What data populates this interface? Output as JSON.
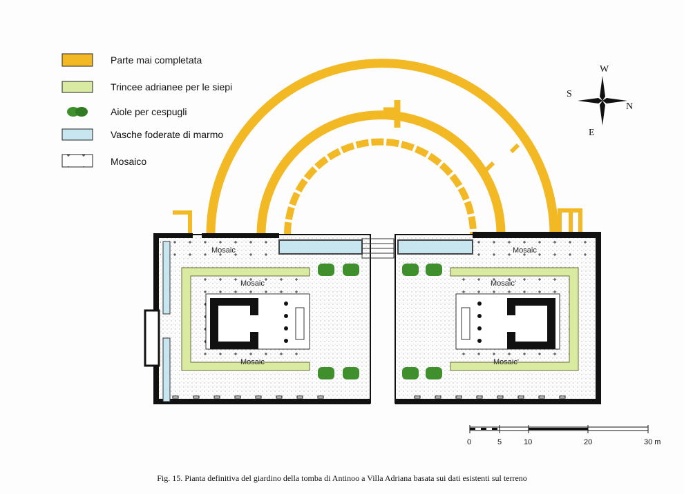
{
  "legend": [
    {
      "label": "Parte mai completata",
      "color": "#f2b925"
    },
    {
      "label": "Trincee adrianee per le siepi",
      "color": "#d9eba0"
    },
    {
      "label": "Aiole per cespugli",
      "color": "#3f8f2c"
    },
    {
      "label": "Vasche foderate di marmo",
      "color": "#c7e6ef"
    },
    {
      "label": "Mosaico",
      "color": "#ffffff"
    }
  ],
  "compass": {
    "w": "W",
    "s": "S",
    "n": "N",
    "e": "E"
  },
  "mosaic_labels": [
    "Mosaic",
    "Mosaic",
    "Mosaic",
    "Mosaic",
    "Mosaic'",
    "Mosaic'"
  ],
  "scale": {
    "ticks": [
      "0",
      "5",
      "10",
      "20",
      "30 m"
    ]
  },
  "caption": "Fig. 15. Pianta definitiva del giardino della tomba di Antinoo a Villa Adriana basata sui dati esistenti sul terreno"
}
